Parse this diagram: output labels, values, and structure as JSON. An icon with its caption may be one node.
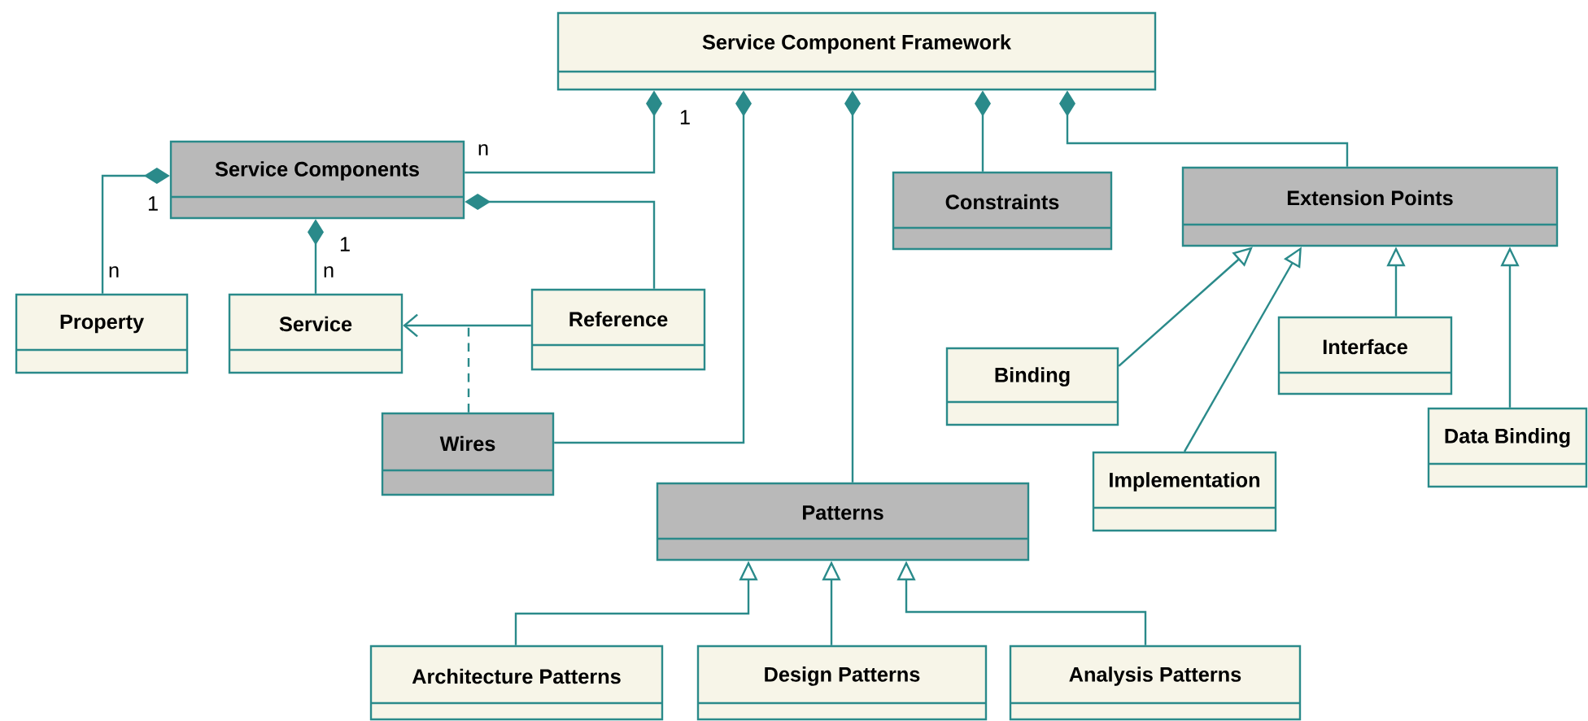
{
  "diagram": {
    "nodes": [
      {
        "text": [
          "Service Component Framework"
        ]
      },
      {
        "text": [
          "Service Components"
        ]
      },
      {
        "text": [
          "Property"
        ]
      },
      {
        "text": [
          "Service"
        ]
      },
      {
        "text": [
          "Reference"
        ]
      },
      {
        "text": [
          "Wires"
        ]
      },
      {
        "text": [
          "Constraints"
        ]
      },
      {
        "text": [
          "Extension Points"
        ]
      },
      {
        "text": [
          "Binding"
        ]
      },
      {
        "text": [
          "Implementation"
        ]
      },
      {
        "text": [
          "Interface"
        ]
      },
      {
        "text": [
          "Data Binding"
        ]
      },
      {
        "text": [
          "Patterns"
        ]
      },
      {
        "text": [
          "Architecture Patterns"
        ]
      },
      {
        "text": [
          "Design Patterns"
        ]
      },
      {
        "text": [
          "Analysis Patterns"
        ]
      }
    ],
    "edges": [
      {
        "from": 1,
        "to": 0,
        "arrow": "other"
      },
      {
        "from": 2,
        "to": 1,
        "arrow": "other"
      },
      {
        "from": 3,
        "to": 1,
        "arrow": "other"
      },
      {
        "from": 4,
        "to": 1,
        "arrow": "other"
      },
      {
        "from": 4,
        "to": 3,
        "arrow": "to"
      },
      {
        "from": 5,
        "to": null,
        "arrow": "none",
        "style": "dashed"
      },
      {
        "from": 5,
        "to": 0,
        "arrow": "other"
      },
      {
        "from": 12,
        "to": 0,
        "arrow": "other"
      },
      {
        "from": 6,
        "to": 0,
        "arrow": "other"
      },
      {
        "from": 7,
        "to": 0,
        "arrow": "other"
      },
      {
        "from": 8,
        "to": 7,
        "arrow": "to"
      },
      {
        "from": 9,
        "to": 7,
        "arrow": "to"
      },
      {
        "from": 10,
        "to": 7,
        "arrow": "to"
      },
      {
        "from": 11,
        "to": 7,
        "arrow": "to"
      },
      {
        "from": 13,
        "to": 12,
        "arrow": "to"
      },
      {
        "from": 14,
        "to": 12,
        "arrow": "to"
      },
      {
        "from": 15,
        "to": 12,
        "arrow": "to"
      }
    ],
    "labels": [
      "1",
      "n",
      "1",
      "1",
      "n",
      "n"
    ]
  }
}
